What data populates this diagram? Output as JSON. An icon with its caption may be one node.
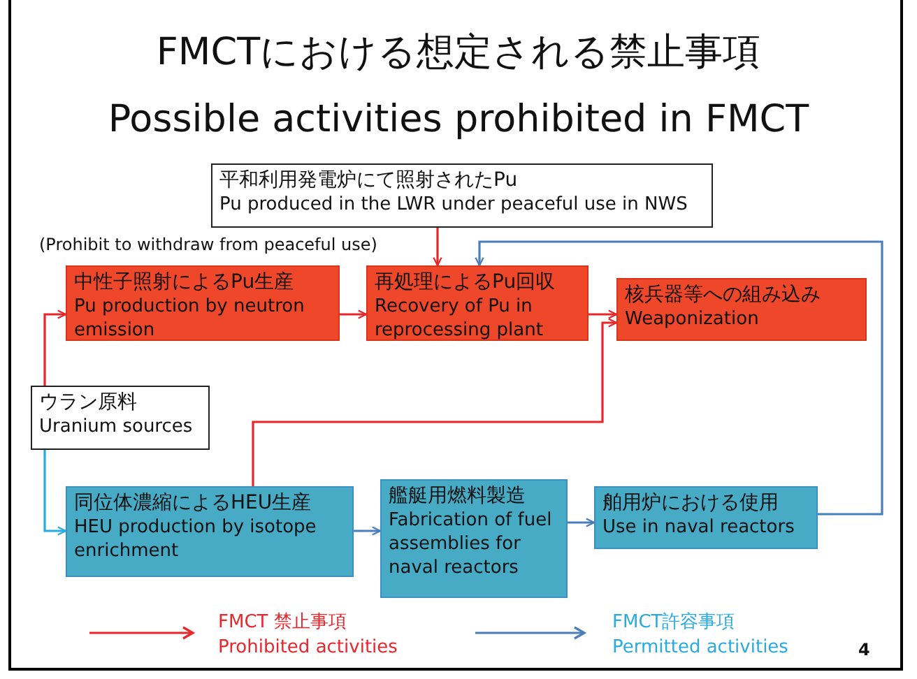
{
  "diagram": {
    "title": "FMCTにおける想定される禁止事項",
    "nodes": [
      {
        "text": [
          "平和利用発電炉にて照射されたPu",
          "Pu produced in the LWR under peaceful use in NWS"
        ]
      },
      {
        "text": [
          "中性子照射によるPu生産",
          "Pu production by neutron emission"
        ]
      },
      {
        "text": [
          "再処理によるPu回収",
          "Recovery of Pu in reprocessing plant"
        ]
      },
      {
        "text": [
          "核兵器等への組み込み",
          "Weaponization"
        ]
      },
      {
        "text": [
          "ウラン原料",
          "Uranium sources"
        ]
      },
      {
        "text": [
          "同位体濃縮によるHEU生産",
          "HEU production by isotope enrichment"
        ]
      },
      {
        "text": [
          "艦艇用燃料製造",
          "Fabrication of fuel assemblies for naval reactors"
        ]
      },
      {
        "text": [
          "舶用炉における使用",
          "Use in naval reactors"
        ]
      }
    ],
    "edges": [
      {
        "from": 0,
        "to": 2,
        "arrow": "to"
      },
      {
        "from": 4,
        "to": 1,
        "arrow": "to"
      },
      {
        "from": 1,
        "to": 2,
        "arrow": "to"
      },
      {
        "from": 2,
        "to": 3,
        "arrow": "to"
      },
      {
        "from": 5,
        "to": 3,
        "arrow": "to"
      },
      {
        "from": 4,
        "to": 5,
        "arrow": "to",
        "color": "#29abe2"
      },
      {
        "from": 5,
        "to": 6,
        "arrow": "to",
        "color": "#4a7ebb"
      },
      {
        "from": 6,
        "to": 7,
        "arrow": "to",
        "color": "#4a7ebb"
      },
      {
        "from": 7,
        "to": 2,
        "arrow": "to",
        "color": "#4a7ebb"
      }
    ],
    "labels": [
      "Possible activities prohibited in FMCT",
      "(Prohibit to withdraw from peaceful use)",
      "4"
    ],
    "legend": [
      {
        "text": "FMCT 禁止事項 Prohibited activities"
      },
      {
        "text": "FMCT許容事項 Permitted activities"
      }
    ]
  }
}
